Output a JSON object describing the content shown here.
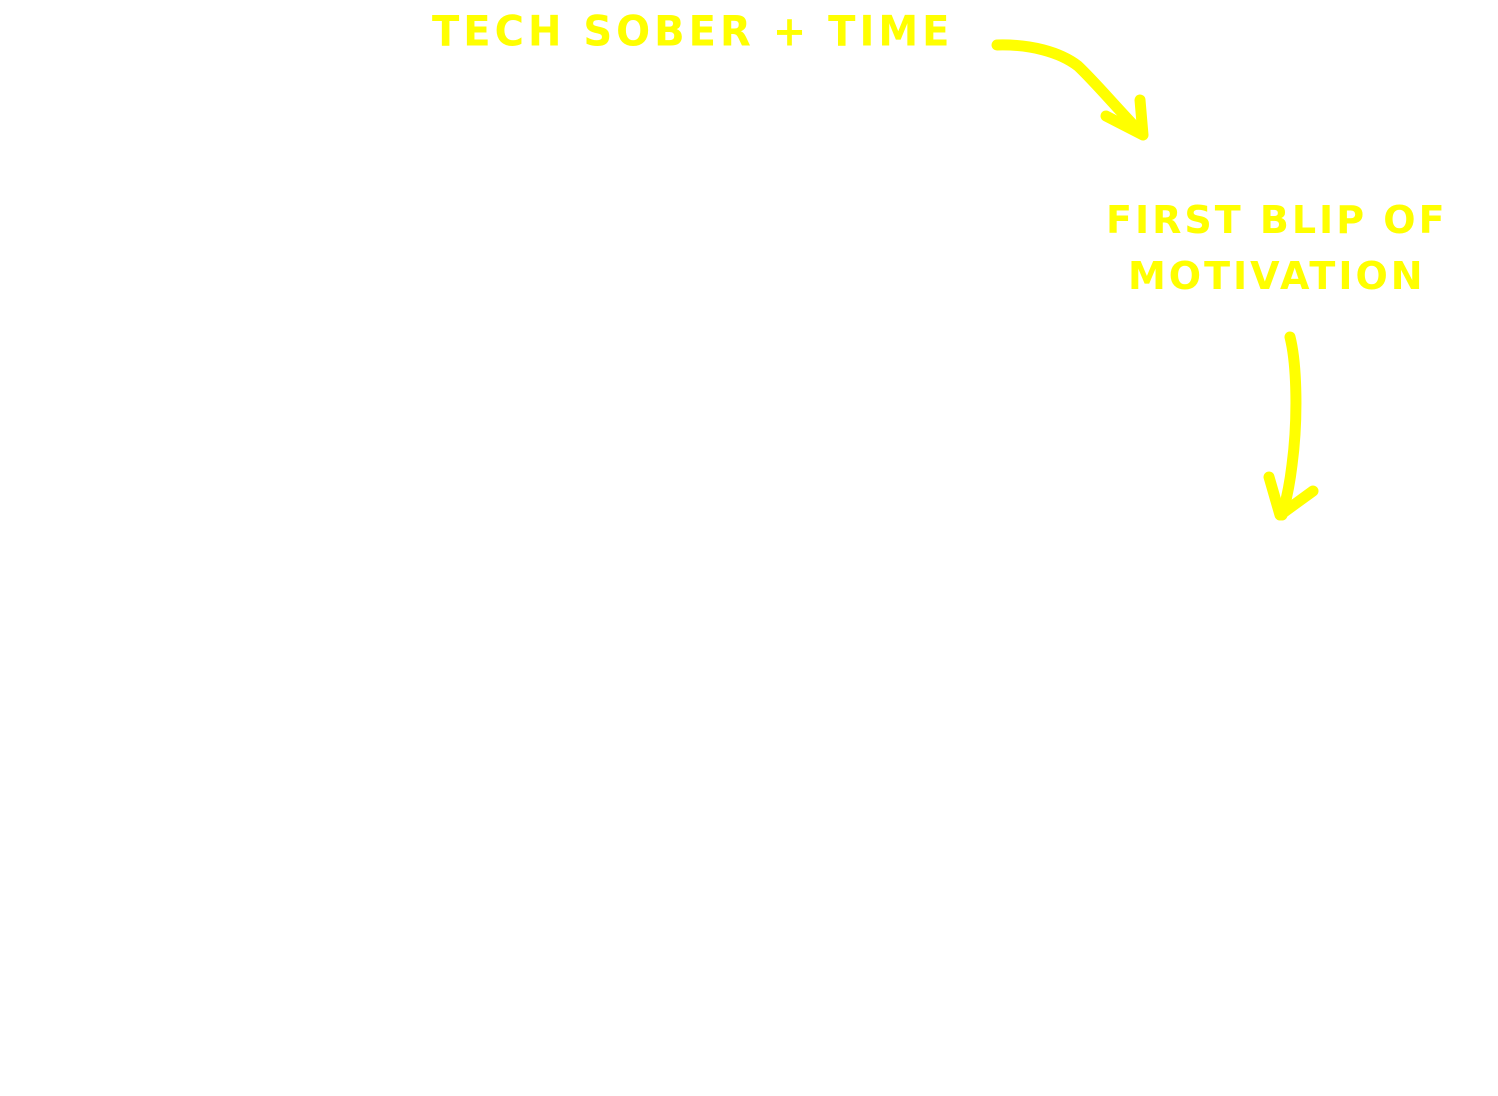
{
  "canvas": {
    "background": "#ffffff",
    "ink_color": "#ffff00"
  },
  "labels": {
    "top": "Tech sober + time",
    "right_line1": "First blip of",
    "right_line2": "motivation"
  },
  "arrows": [
    {
      "name": "curved-arrow",
      "from": "Tech sober + time",
      "to": "First blip of motivation",
      "direction": "down-right"
    },
    {
      "name": "down-arrow",
      "from": "First blip of motivation",
      "to": "below",
      "direction": "down"
    }
  ]
}
